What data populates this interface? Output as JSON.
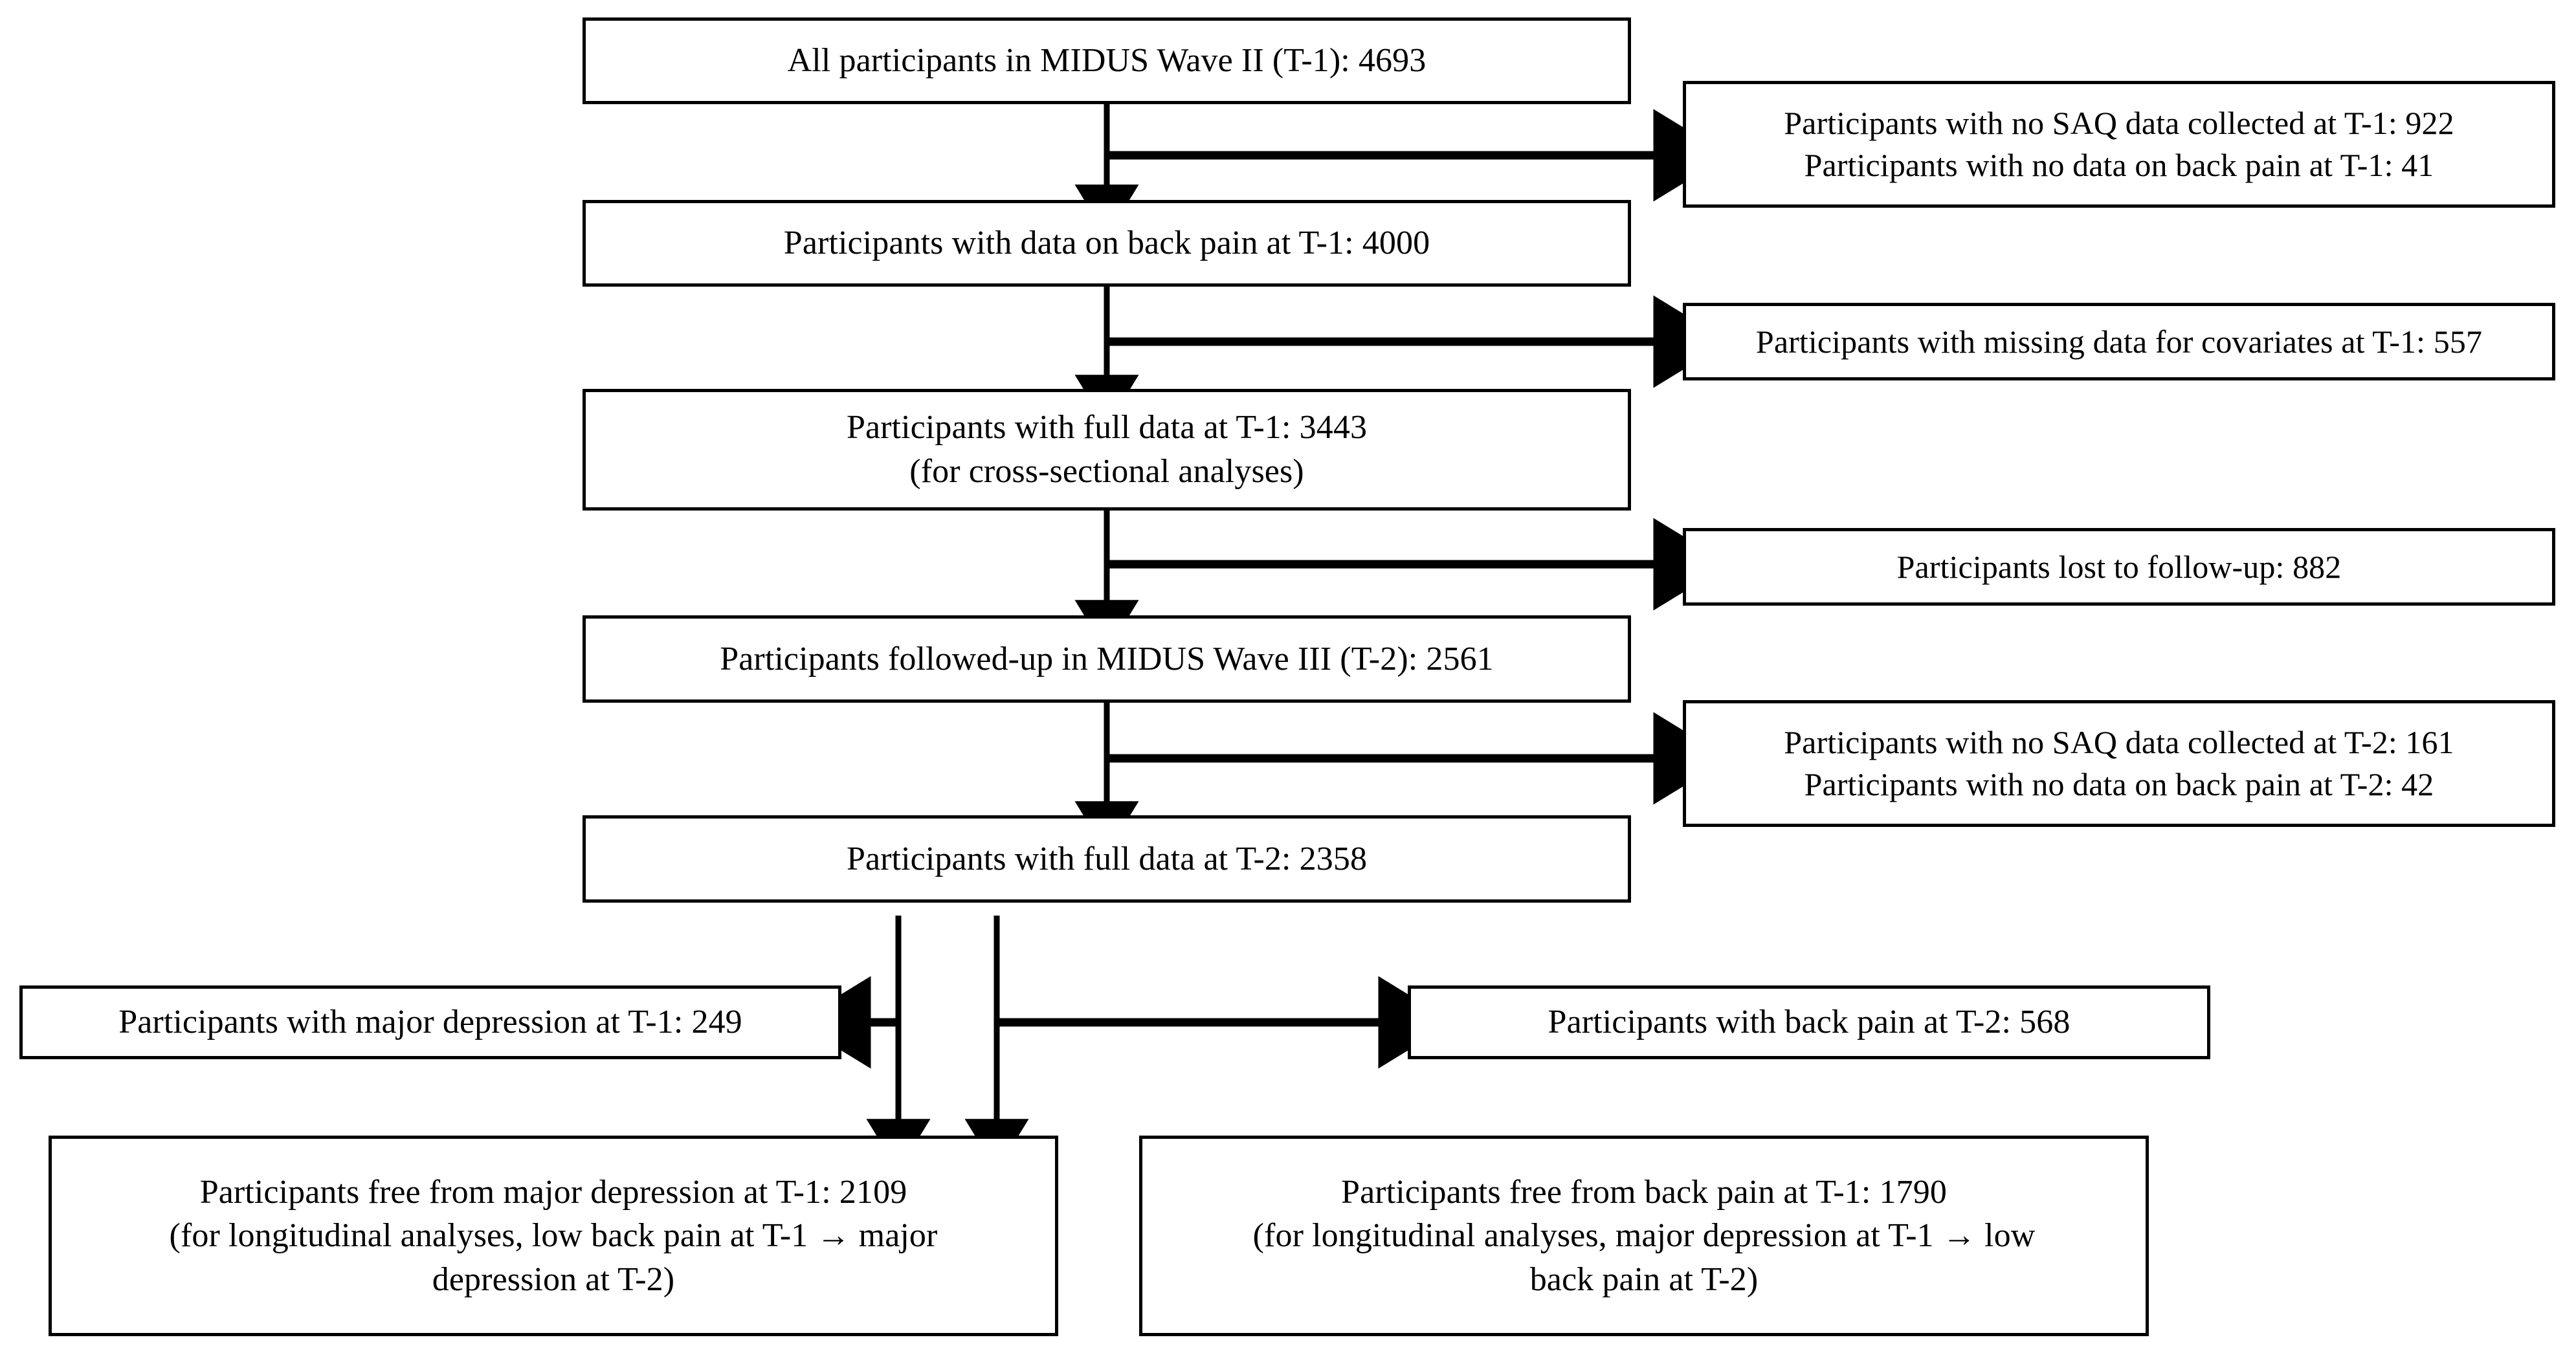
{
  "diagram": {
    "title": "MIDUS participant flow diagram",
    "type": "flowchart",
    "accent_color": "#000000",
    "background_color": "#ffffff",
    "box_border_color": "#000000",
    "text_color": "#000000",
    "arrow_glyph": "→"
  },
  "nodes": {
    "wave2_all": {
      "label": "All participants in MIDUS Wave II (T-1): 4693",
      "count": 4693
    },
    "excl_t1_saq": {
      "label": "Participants with no SAQ data collected at T-1: 922\nParticipants with no data on back pain at T-1: 41",
      "line1": "Participants with no SAQ data collected at T-1: 922",
      "line2": "Participants with no data on back pain at T-1: 41",
      "counts": [
        922,
        41
      ]
    },
    "backpain_t1": {
      "label": "Participants with data on back pain at T-1: 4000",
      "count": 4000
    },
    "excl_t1_covariates": {
      "label": "Participants with missing data for covariates at T-1: 557",
      "count": 557
    },
    "full_t1": {
      "label": "Participants with full data at T-1: 3443\n(for cross-sectional analyses)",
      "line1": "Participants with full data at T-1: 3443",
      "line2": "(for cross-sectional analyses)",
      "count": 3443
    },
    "excl_lost_followup": {
      "label": "Participants lost to follow-up: 882",
      "count": 882
    },
    "wave3_followup": {
      "label": "Participants followed-up in MIDUS Wave III (T-2): 2561",
      "count": 2561
    },
    "excl_t2_saq": {
      "label": "Participants with no SAQ data collected at T-2: 161\nParticipants with no data on back pain at T-2: 42",
      "line1": "Participants with no SAQ data collected at T-2: 161",
      "line2": "Participants with no data on back pain at T-2: 42",
      "counts": [
        161,
        42
      ]
    },
    "full_t2": {
      "label": "Participants with full data at T-2: 2358",
      "count": 2358
    },
    "depression_t1": {
      "label": "Participants with major depression at T-1: 249",
      "count": 249
    },
    "backpain_t2": {
      "label": "Participants with back pain at T-2: 568",
      "count": 568
    },
    "free_depression_t1": {
      "label": "Participants free from major depression at T-1: 2109\n(for longitudinal analyses, low back pain at T-1 → major\ndepression at T-2)",
      "line1": "Participants free from major depression at T-1: 2109",
      "line2": "(for longitudinal analyses, low back pain at T-1 → major",
      "line3": "depression at T-2)",
      "count": 2109
    },
    "free_backpain_t1": {
      "label": "Participants free from back pain at T-1: 1790\n(for longitudinal analyses, major depression at T-1 → low\nback pain at T-2)",
      "line1": "Participants free from back pain at T-1: 1790",
      "line2": "(for longitudinal analyses, major depression at T-1 → low",
      "line3": "back pain at T-2)",
      "count": 1790
    }
  },
  "edges": [
    {
      "name": "wave2-all-to-backpain-t1",
      "from": "wave2_all",
      "to": "backpain_t1",
      "direction": "down"
    },
    {
      "name": "wave2-all-to-excl-t1-saq",
      "from": "wave2_all",
      "to": "excl_t1_saq",
      "direction": "right"
    },
    {
      "name": "backpain-t1-to-full-t1",
      "from": "backpain_t1",
      "to": "full_t1",
      "direction": "down"
    },
    {
      "name": "backpain-t1-to-excl-covariates",
      "from": "backpain_t1",
      "to": "excl_t1_covariates",
      "direction": "right"
    },
    {
      "name": "full-t1-to-wave3",
      "from": "full_t1",
      "to": "wave3_followup",
      "direction": "down"
    },
    {
      "name": "full-t1-to-excl-lost",
      "from": "full_t1",
      "to": "excl_lost_followup",
      "direction": "right"
    },
    {
      "name": "wave3-to-full-t2",
      "from": "wave3_followup",
      "to": "full_t2",
      "direction": "down"
    },
    {
      "name": "wave3-to-excl-t2-saq",
      "from": "wave3_followup",
      "to": "excl_t2_saq",
      "direction": "right"
    },
    {
      "name": "full-t2-to-depression-t1",
      "from": "full_t2",
      "to": "depression_t1",
      "direction": "left"
    },
    {
      "name": "full-t2-to-backpain-t2",
      "from": "full_t2",
      "to": "backpain_t2",
      "direction": "right"
    },
    {
      "name": "full-t2-to-free-depression",
      "from": "full_t2",
      "to": "free_depression_t1",
      "direction": "down"
    },
    {
      "name": "full-t2-to-free-backpain",
      "from": "full_t2",
      "to": "free_backpain_t1",
      "direction": "down"
    }
  ]
}
